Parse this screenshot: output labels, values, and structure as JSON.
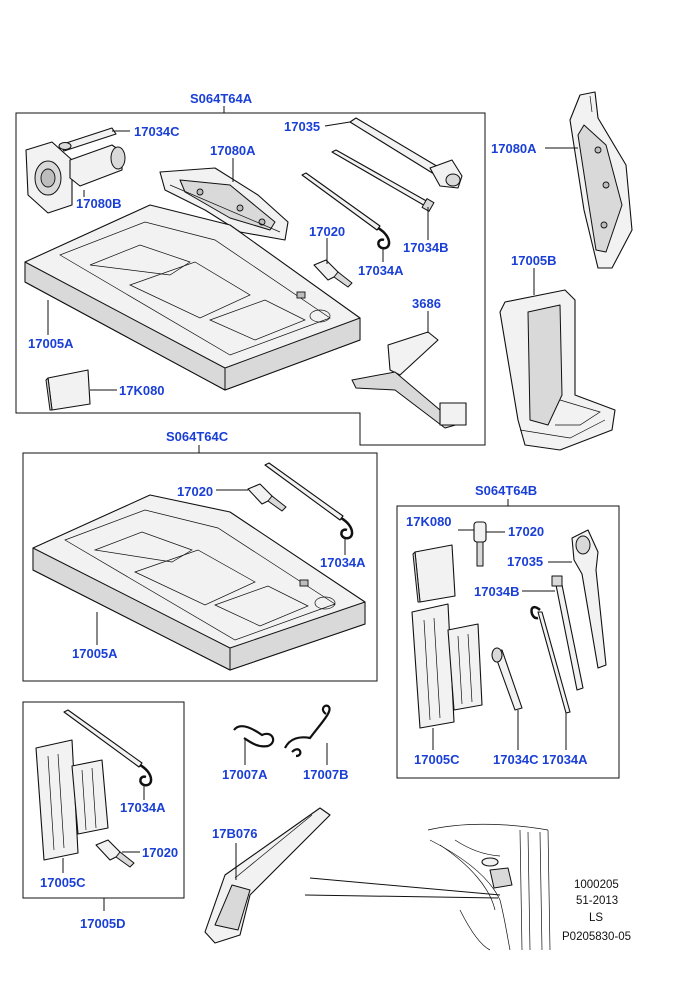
{
  "groups": {
    "s064t64a": "S064T64A",
    "s064t64c": "S064T64C",
    "s064t64b": "S064T64B",
    "k17005d": "17005D"
  },
  "labels": {
    "a_17034c": "17034C",
    "a_17035": "17035",
    "a_17080a": "17080A",
    "a_17080b": "17080B",
    "a_17020": "17020",
    "a_17034b": "17034B",
    "a_17034a": "17034A",
    "a_3686": "3686",
    "a_17005a": "17005A",
    "a_17k080": "17K080",
    "r_17080a": "17080A",
    "r_17005b": "17005B",
    "c_17020": "17020",
    "c_17034a": "17034A",
    "c_17005a": "17005A",
    "b_17k080": "17K080",
    "b_17020": "17020",
    "b_17035": "17035",
    "b_17034b": "17034B",
    "b_17005c": "17005C",
    "b_17034c": "17034C",
    "b_17034a": "17034A",
    "d_17034a": "17034A",
    "d_17020": "17020",
    "d_17005c": "17005C",
    "m_17007a": "17007A",
    "m_17007b": "17007B",
    "m_17b076": "17B076"
  },
  "footer": {
    "line1": "1000205",
    "line2": "51-2013",
    "line3": "LS",
    "line4": "P0205830-05"
  },
  "colors": {
    "label": "#1a3fd6",
    "line": "#111111"
  }
}
